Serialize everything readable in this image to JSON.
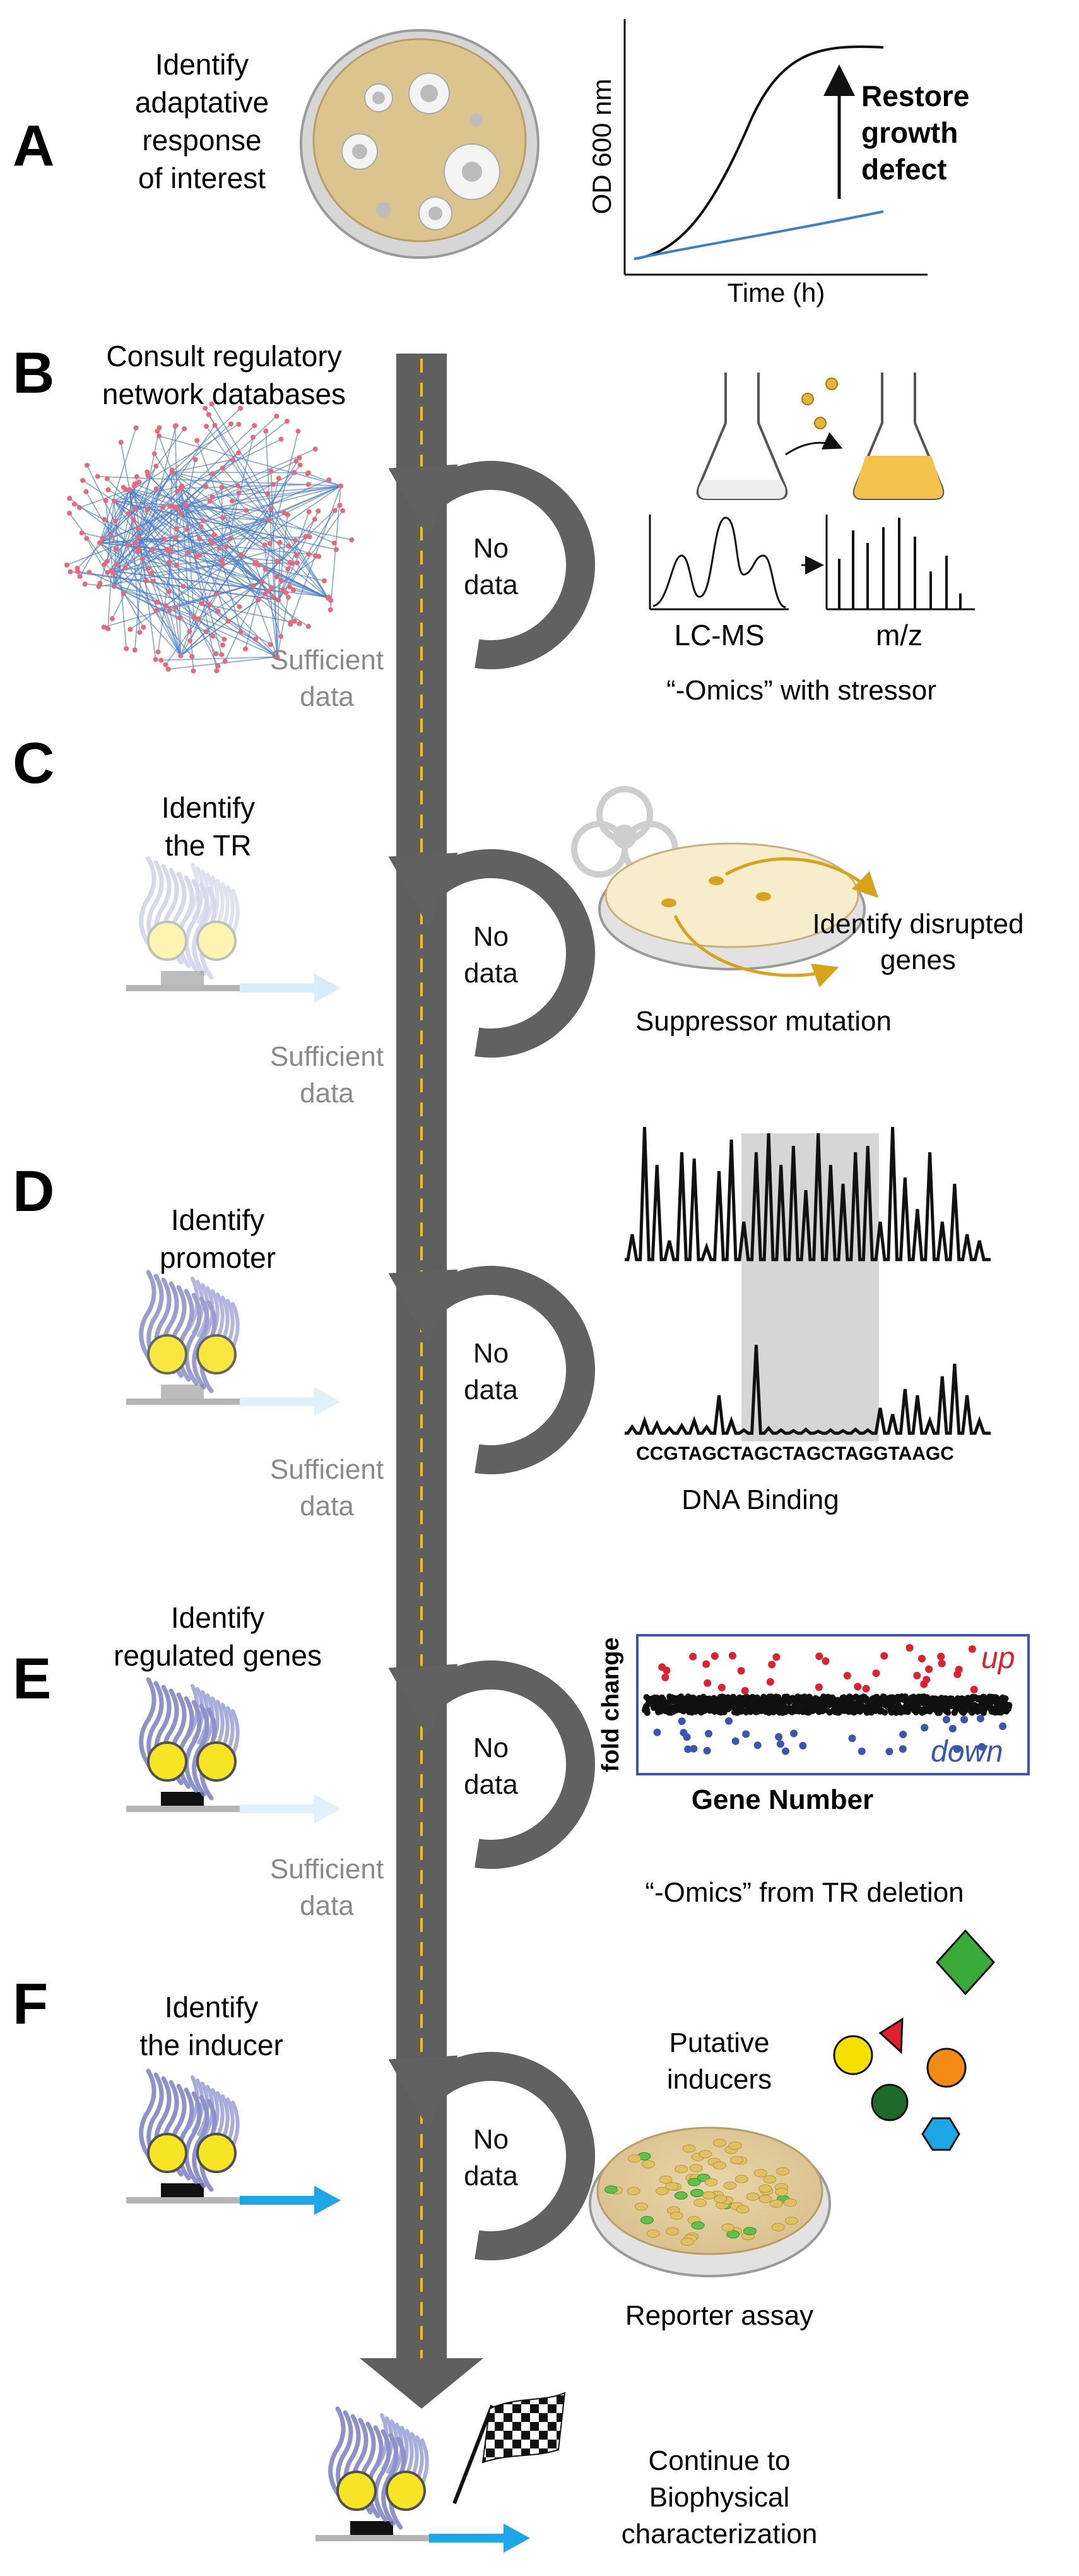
{
  "panels": {
    "A": {
      "letter": "A",
      "title_lines": [
        "Identify",
        "adaptative",
        "response",
        "of interest"
      ],
      "ylabel": "OD 600 nm",
      "xlabel": "Time (h)",
      "arrow_label_lines": [
        "Restore",
        "growth",
        "defect"
      ]
    },
    "B": {
      "letter": "B",
      "title_lines": [
        "Consult regulatory",
        "network databases"
      ],
      "loop_label_lines": [
        "No",
        "data"
      ],
      "pass_label_lines": [
        "Sufficient",
        "data"
      ],
      "lcms_label": "LC-MS",
      "mz_label": "m/z",
      "caption": "“-Omics” with stressor"
    },
    "C": {
      "letter": "C",
      "title_lines": [
        "Identify",
        "the TR"
      ],
      "loop_label_lines": [
        "No",
        "data"
      ],
      "pass_label_lines": [
        "Sufficient",
        "data"
      ],
      "identify_lines": [
        "Identify disrupted",
        "genes"
      ],
      "caption": "Suppressor mutation"
    },
    "D": {
      "letter": "D",
      "title_lines": [
        "Identify",
        "promoter"
      ],
      "loop_label_lines": [
        "No",
        "data"
      ],
      "pass_label_lines": [
        "Sufficient",
        "data"
      ],
      "sequence": "CCGTAGCTAGCTAGCTAGGTAAGC",
      "caption": "DNA Binding"
    },
    "E": {
      "letter": "E",
      "title_lines": [
        "Identify",
        "regulated genes"
      ],
      "loop_label_lines": [
        "No",
        "data"
      ],
      "pass_label_lines": [
        "Sufficient",
        "data"
      ],
      "ylabel": "fold change",
      "xlabel": "Gene Number",
      "up_label": "up",
      "down_label": "down",
      "caption": "“-Omics” from TR deletion"
    },
    "F": {
      "letter": "F",
      "title_lines": [
        "Identify",
        "the inducer"
      ],
      "loop_label_lines": [
        "No",
        "data"
      ],
      "inducer_lines": [
        "Putative",
        "inducers"
      ],
      "caption": "Reporter assay"
    },
    "final": {
      "label_lines": [
        "Continue to",
        "Biophysical",
        "characterization"
      ]
    }
  },
  "colors": {
    "road": "#5f5f5f",
    "lane": "#f2c200",
    "loop": "#616161",
    "pass_text": "#8a8a8a",
    "up": "#e0202e",
    "down": "#3a56b0",
    "arrow_blue": "#1ea7e6",
    "agar": "#e6d3a8",
    "gold": "#d8a21b"
  }
}
